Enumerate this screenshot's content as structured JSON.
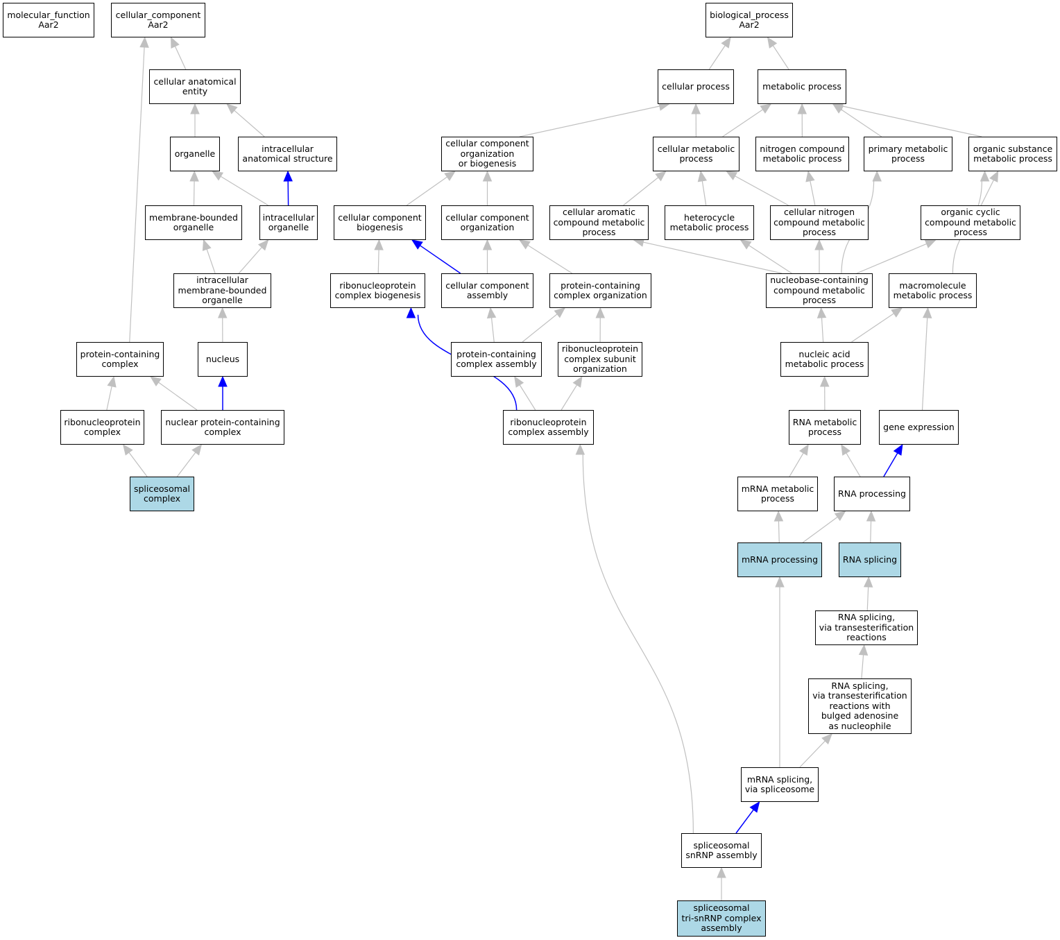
{
  "colors": {
    "highlight_fill": "#add8e6",
    "node_fill": "#ffffff",
    "node_border": "#000000",
    "edge_default": "#c0c0c0",
    "edge_emphasis": "#0000ff"
  },
  "nodes": {
    "molecular_function": "molecular_function\nAar2",
    "cellular_component": "cellular_component\nAar2",
    "biological_process": "biological_process\nAar2",
    "cellular_anatomical_entity": "cellular anatomical\nentity",
    "cellular_process": "cellular process",
    "metabolic_process": "metabolic process",
    "organelle": "organelle",
    "intracellular_anatomical_structure": "intracellular\nanatomical structure",
    "ccob": "cellular component\norganization\nor biogenesis",
    "cellular_metabolic_process": "cellular metabolic\nprocess",
    "nitrogen_compound_metabolic_process": "nitrogen compound\nmetabolic process",
    "primary_metabolic_process": "primary metabolic\nprocess",
    "organic_substance_metabolic_process": "organic substance\nmetabolic process",
    "membrane_bounded_organelle": "membrane-bounded\norganelle",
    "intracellular_organelle": "intracellular\norganelle",
    "cellular_component_biogenesis": "cellular component\nbiogenesis",
    "cellular_component_organization": "cellular component\norganization",
    "cellular_aromatic": "cellular aromatic\ncompound metabolic\nprocess",
    "heterocycle": "heterocycle\nmetabolic process",
    "cellular_nitrogen": "cellular nitrogen\ncompound metabolic\nprocess",
    "organic_cyclic": "organic cyclic\ncompound metabolic\nprocess",
    "intracellular_mbo": "intracellular\nmembrane-bounded\norganelle",
    "rnp_biogenesis": "ribonucleoprotein\ncomplex biogenesis",
    "cc_assembly": "cellular component\nassembly",
    "pc_organization": "protein-containing\ncomplex organization",
    "nucleobase": "nucleobase-containing\ncompound metabolic\nprocess",
    "macromolecule": "macromolecule\nmetabolic process",
    "protein_containing_complex": "protein-containing\ncomplex",
    "nucleus": "nucleus",
    "pc_assembly": "protein-containing\ncomplex assembly",
    "rnp_subunit_org": "ribonucleoprotein\ncomplex subunit\norganization",
    "nucleic_acid": "nucleic acid\nmetabolic process",
    "rnp_complex": "ribonucleoprotein\ncomplex",
    "nuclear_pc": "nuclear protein-containing\ncomplex",
    "rnp_assembly": "ribonucleoprotein\ncomplex assembly",
    "rna_metabolic": "RNA metabolic\nprocess",
    "gene_expression": "gene expression",
    "spliceosomal_complex": "spliceosomal\ncomplex",
    "mrna_metabolic": "mRNA metabolic\nprocess",
    "rna_processing": "RNA processing",
    "mrna_processing": "mRNA processing",
    "rna_splicing": "RNA splicing",
    "rna_splicing_trans": "RNA splicing,\nvia transesterification\nreactions",
    "rna_splicing_bulged": "RNA splicing,\nvia transesterification\nreactions with\nbulged adenosine\nas nucleophile",
    "mrna_splicing": "mRNA splicing,\nvia spliceosome",
    "snrnp_assembly": "spliceosomal\nsnRNP assembly",
    "tri_snrnp": "spliceosomal\ntri-snRNP complex\nassembly"
  },
  "highlighted": [
    "spliceosomal_complex",
    "mrna_processing",
    "rna_splicing",
    "tri_snrnp"
  ],
  "edges": [
    {
      "from": "cellular_anatomical_entity",
      "to": "cellular_component",
      "color": "gray"
    },
    {
      "from": "protein_containing_complex",
      "to": "cellular_component",
      "color": "gray"
    },
    {
      "from": "organelle",
      "to": "cellular_anatomical_entity",
      "color": "gray"
    },
    {
      "from": "intracellular_anatomical_structure",
      "to": "cellular_anatomical_entity",
      "color": "gray"
    },
    {
      "from": "membrane_bounded_organelle",
      "to": "organelle",
      "color": "gray"
    },
    {
      "from": "intracellular_organelle",
      "to": "organelle",
      "color": "gray"
    },
    {
      "from": "intracellular_organelle",
      "to": "intracellular_anatomical_structure",
      "color": "blue"
    },
    {
      "from": "intracellular_mbo",
      "to": "membrane_bounded_organelle",
      "color": "gray"
    },
    {
      "from": "intracellular_mbo",
      "to": "intracellular_organelle",
      "color": "gray"
    },
    {
      "from": "nucleus",
      "to": "intracellular_mbo",
      "color": "gray"
    },
    {
      "from": "nuclear_pc",
      "to": "nucleus",
      "color": "blue"
    },
    {
      "from": "nuclear_pc",
      "to": "protein_containing_complex",
      "color": "gray"
    },
    {
      "from": "rnp_complex",
      "to": "protein_containing_complex",
      "color": "gray"
    },
    {
      "from": "spliceosomal_complex",
      "to": "rnp_complex",
      "color": "gray"
    },
    {
      "from": "spliceosomal_complex",
      "to": "nuclear_pc",
      "color": "gray"
    },
    {
      "from": "cellular_process",
      "to": "biological_process",
      "color": "gray"
    },
    {
      "from": "metabolic_process",
      "to": "biological_process",
      "color": "gray"
    },
    {
      "from": "ccob",
      "to": "cellular_process",
      "color": "gray"
    },
    {
      "from": "cellular_metabolic_process",
      "to": "cellular_process",
      "color": "gray"
    },
    {
      "from": "cellular_metabolic_process",
      "to": "metabolic_process",
      "color": "gray"
    },
    {
      "from": "nitrogen_compound_metabolic_process",
      "to": "metabolic_process",
      "color": "gray"
    },
    {
      "from": "primary_metabolic_process",
      "to": "metabolic_process",
      "color": "gray"
    },
    {
      "from": "organic_substance_metabolic_process",
      "to": "metabolic_process",
      "color": "gray"
    },
    {
      "from": "cellular_component_biogenesis",
      "to": "ccob",
      "color": "gray"
    },
    {
      "from": "cellular_component_organization",
      "to": "ccob",
      "color": "gray"
    },
    {
      "from": "cellular_aromatic",
      "to": "cellular_metabolic_process",
      "color": "gray"
    },
    {
      "from": "heterocycle",
      "to": "cellular_metabolic_process",
      "color": "gray"
    },
    {
      "from": "cellular_nitrogen",
      "to": "cellular_metabolic_process",
      "color": "gray"
    },
    {
      "from": "cellular_nitrogen",
      "to": "nitrogen_compound_metabolic_process",
      "color": "gray"
    },
    {
      "from": "organic_cyclic",
      "to": "organic_substance_metabolic_process",
      "color": "gray"
    },
    {
      "from": "macromolecule",
      "to": "organic_substance_metabolic_process",
      "color": "gray",
      "curve": true
    },
    {
      "from": "rnp_biogenesis",
      "to": "cellular_component_biogenesis",
      "color": "gray"
    },
    {
      "from": "cc_assembly",
      "to": "cellular_component_biogenesis",
      "color": "blue"
    },
    {
      "from": "cc_assembly",
      "to": "cellular_component_organization",
      "color": "gray"
    },
    {
      "from": "pc_organization",
      "to": "cellular_component_organization",
      "color": "gray"
    },
    {
      "from": "nucleobase",
      "to": "cellular_aromatic",
      "color": "gray"
    },
    {
      "from": "nucleobase",
      "to": "heterocycle",
      "color": "gray"
    },
    {
      "from": "nucleobase",
      "to": "cellular_nitrogen",
      "color": "gray"
    },
    {
      "from": "nucleobase",
      "to": "organic_cyclic",
      "color": "gray"
    },
    {
      "from": "nucleobase",
      "to": "primary_metabolic_process",
      "color": "gray",
      "curve": true
    },
    {
      "from": "pc_assembly",
      "to": "cc_assembly",
      "color": "gray"
    },
    {
      "from": "pc_assembly",
      "to": "pc_organization",
      "color": "gray"
    },
    {
      "from": "rnp_subunit_org",
      "to": "pc_organization",
      "color": "gray"
    },
    {
      "from": "nucleic_acid",
      "to": "nucleobase",
      "color": "gray"
    },
    {
      "from": "nucleic_acid",
      "to": "macromolecule",
      "color": "gray"
    },
    {
      "from": "rnp_assembly",
      "to": "rnp_biogenesis",
      "color": "blue",
      "curve": true
    },
    {
      "from": "rnp_assembly",
      "to": "pc_assembly",
      "color": "gray"
    },
    {
      "from": "rnp_assembly",
      "to": "rnp_subunit_org",
      "color": "gray"
    },
    {
      "from": "rna_metabolic",
      "to": "nucleic_acid",
      "color": "gray"
    },
    {
      "from": "gene_expression",
      "to": "macromolecule",
      "color": "gray"
    },
    {
      "from": "mrna_metabolic",
      "to": "rna_metabolic",
      "color": "gray"
    },
    {
      "from": "rna_processing",
      "to": "rna_metabolic",
      "color": "gray"
    },
    {
      "from": "rna_processing",
      "to": "gene_expression",
      "color": "blue"
    },
    {
      "from": "mrna_processing",
      "to": "mrna_metabolic",
      "color": "gray"
    },
    {
      "from": "mrna_processing",
      "to": "rna_processing",
      "color": "gray"
    },
    {
      "from": "rna_splicing",
      "to": "rna_processing",
      "color": "gray"
    },
    {
      "from": "rna_splicing_trans",
      "to": "rna_splicing",
      "color": "gray"
    },
    {
      "from": "rna_splicing_bulged",
      "to": "rna_splicing_trans",
      "color": "gray"
    },
    {
      "from": "mrna_splicing",
      "to": "rna_splicing_bulged",
      "color": "gray"
    },
    {
      "from": "mrna_splicing",
      "to": "mrna_processing",
      "color": "gray"
    },
    {
      "from": "snrnp_assembly",
      "to": "mrna_splicing",
      "color": "blue"
    },
    {
      "from": "snrnp_assembly",
      "to": "rnp_assembly",
      "color": "gray",
      "curve": true
    },
    {
      "from": "tri_snrnp",
      "to": "snrnp_assembly",
      "color": "gray"
    }
  ]
}
